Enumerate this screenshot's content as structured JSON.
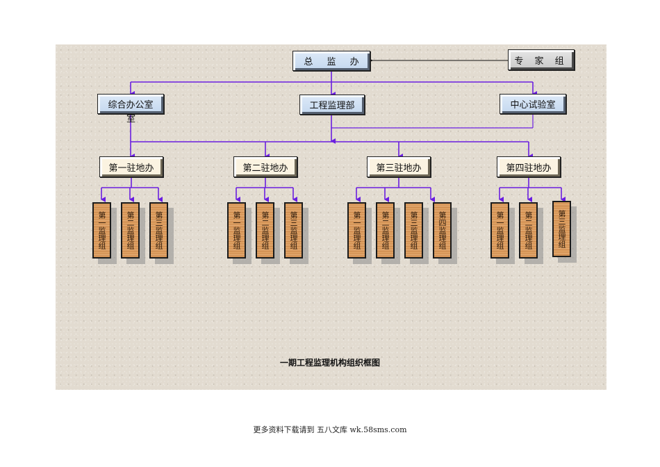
{
  "diagram": {
    "title": "一期工程监理机构组织框图",
    "line_color": "#6a1ee0",
    "top": {
      "label": "总 监 办"
    },
    "expert": {
      "label": "专 家 组"
    },
    "departments": [
      {
        "label": "综合办公室",
        "overflow": "室"
      },
      {
        "label": "工程监理部"
      },
      {
        "label": "中心试验室"
      }
    ],
    "stations": [
      {
        "label": "第一驻地办",
        "groups": [
          "第一监理组",
          "第二监理组",
          "第三监理组"
        ]
      },
      {
        "label": "第二驻地办",
        "groups": [
          "第一监理组",
          "第二监理组",
          "第三监理组"
        ]
      },
      {
        "label": "第三驻地办",
        "groups": [
          "第一监理组",
          "第二监理组",
          "第三监理组",
          "第四监理组"
        ]
      },
      {
        "label": "第四驻地办",
        "groups": [
          "第一监理组",
          "第二监理组",
          "第三监理组"
        ]
      }
    ]
  },
  "footer": {
    "text": "更多资料下载请到 五八文库 wk.58sms.com"
  }
}
